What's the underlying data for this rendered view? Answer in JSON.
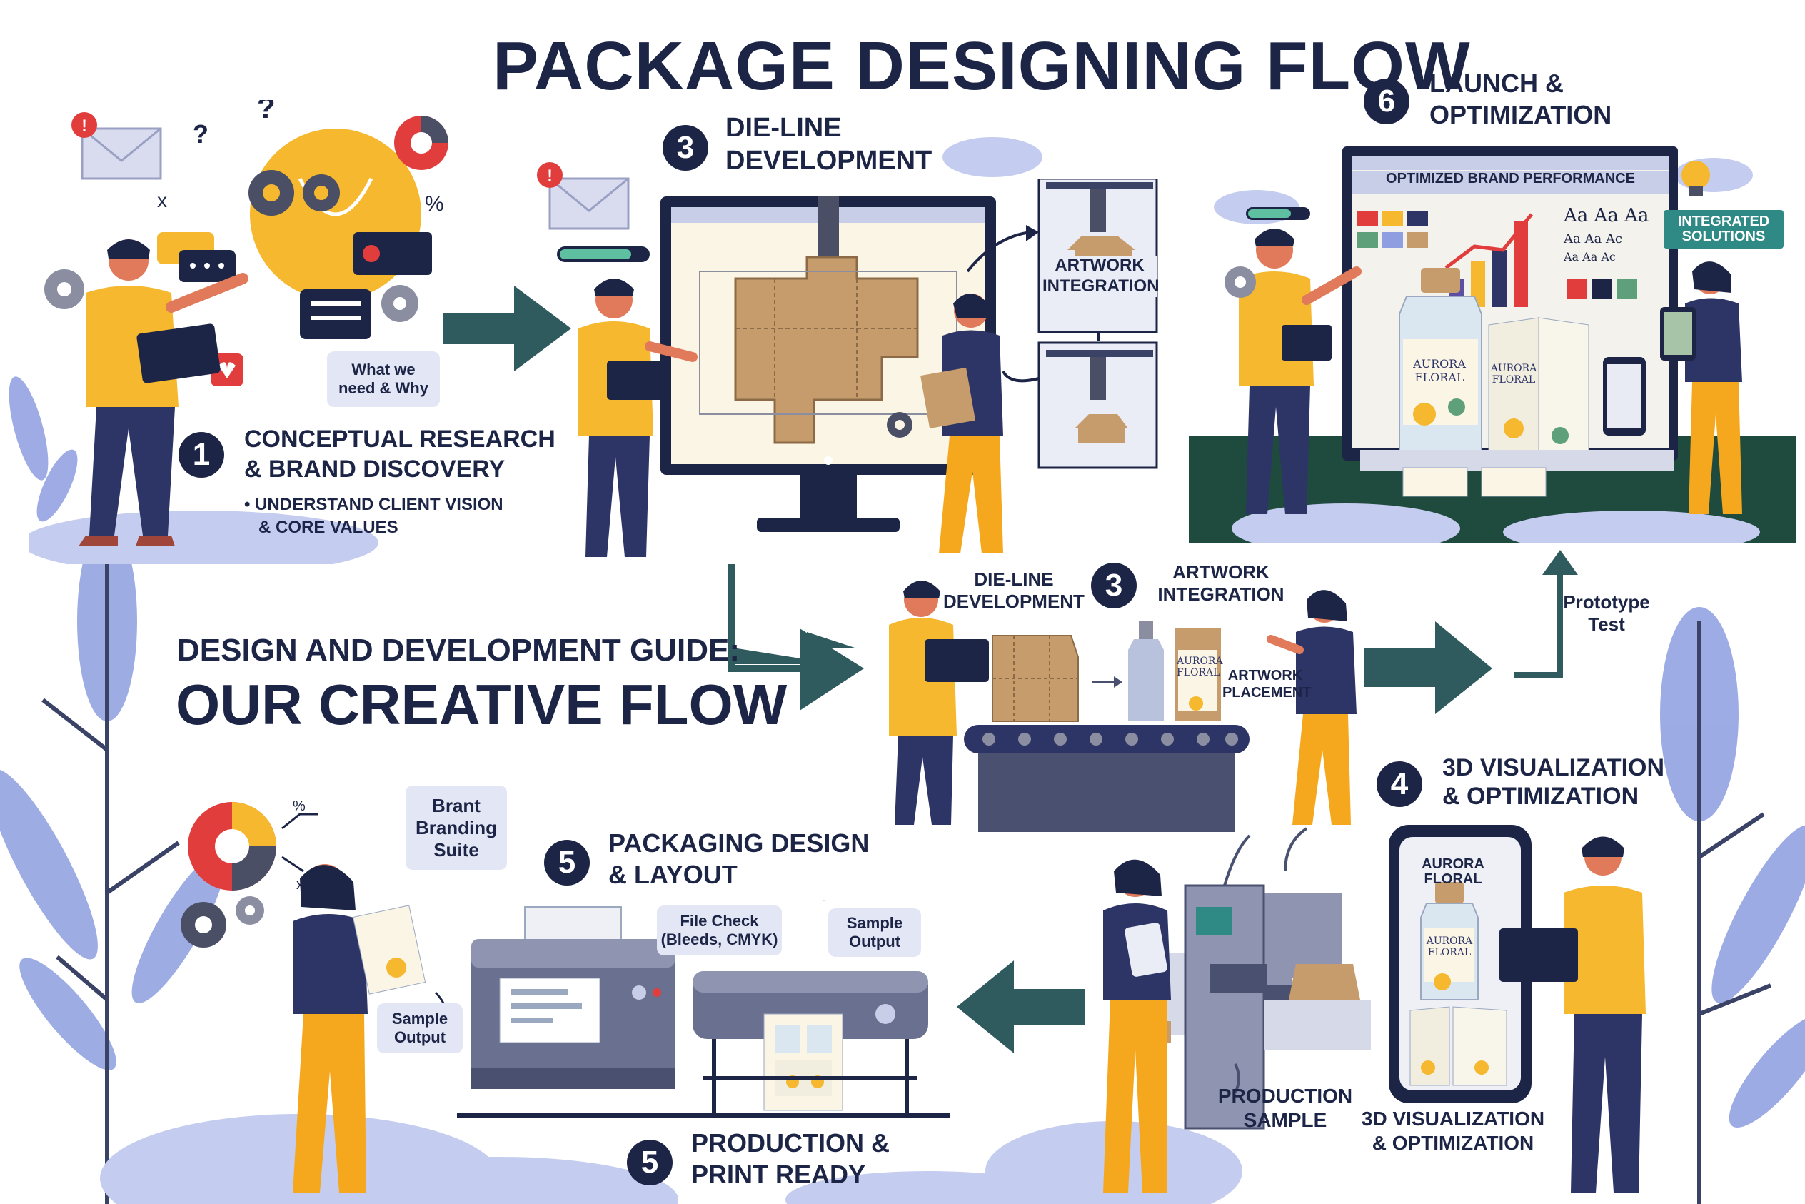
{
  "title": "PACKAGE DESIGNING FLOW",
  "guide": {
    "subtitle": "DESIGN AND DEVELOPMENT GUIDE:",
    "title": "OUR CREATIVE FLOW"
  },
  "steps": {
    "s1": {
      "num": "1",
      "line1": "CONCEPTUAL RESEARCH",
      "line2": "& BRAND DISCOVERY",
      "bullet1": "• UNDERSTAND CLIENT VISION",
      "bullet2": "& CORE VALUES",
      "bubble": "What we need & Why"
    },
    "s3top": {
      "num": "3",
      "line1": "DIE-LINE",
      "line2": "DEVELOPMENT",
      "artwork": "ARTWORK INTEGRATION"
    },
    "s6": {
      "num": "6",
      "line1": "LAUNCH &",
      "line2": "OPTIMIZATION",
      "banner": "OPTIMIZED BRAND PERFORMANCE",
      "integrated": "INTEGRATED SOLUTIONS"
    },
    "s3mid": {
      "num": "3",
      "dieline": "DIE-LINE DEVELOPMENT",
      "artwork": "ARTWORK INTEGRATION",
      "placement": "ARTWORK PLACEMENT",
      "prototype": "Prototype Test"
    },
    "s4": {
      "num": "4",
      "line1": "3D VISUALIZATION",
      "line2": "& OPTIMIZATION",
      "phone": "AURORA FLORAL",
      "caption": "3D VISUALIZATION & OPTIMIZATION",
      "production": "PRODUCTION SAMPLE"
    },
    "s5top": {
      "num": "5",
      "line1": "PACKAGING DESIGN",
      "line2": "& LAYOUT",
      "filecheck": "File Check (Bleeds, CMYK)",
      "sample": "Sample Output"
    },
    "s5bot": {
      "num": "5",
      "line1": "PRODUCTION &",
      "line2": "PRINT READY"
    },
    "brand": {
      "suite": "Brant Branding Suite",
      "sample": "Sample Output"
    }
  },
  "product_label": "AURORA FLORAL",
  "colors": {
    "navy": "#1d2547",
    "yellow": "#f5b82e",
    "teal": "#2f5a5e",
    "lavender": "#8f9ee0",
    "cream": "#fbf5e6",
    "red": "#e23d3d"
  }
}
